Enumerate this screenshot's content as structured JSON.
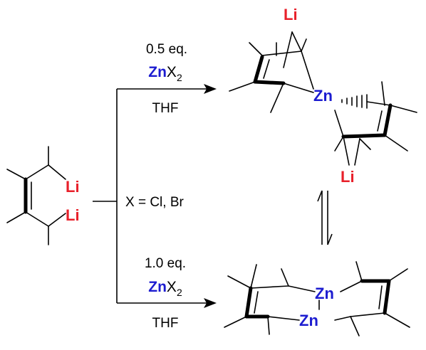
{
  "colors": {
    "lithium": "#e8202a",
    "zinc": "#1c1cd0",
    "bond": "#000000"
  },
  "reagents_top": {
    "amount": "0.5 eq.",
    "metal": "Zn",
    "halide": "X",
    "subscript": "2",
    "solvent": "THF"
  },
  "reagents_bottom": {
    "amount": "1.0 eq.",
    "metal": "Zn",
    "halide": "X",
    "subscript": "2",
    "solvent": "THF"
  },
  "condition": "X = Cl, Br",
  "start_material": {
    "li_top": "Li",
    "li_bottom": "Li"
  },
  "product_spiro": {
    "li_top": "Li",
    "zn": "Zn",
    "li_bottom": "Li"
  },
  "product_dimer": {
    "zn_top": "Zn",
    "zn_bottom": "Zn"
  }
}
